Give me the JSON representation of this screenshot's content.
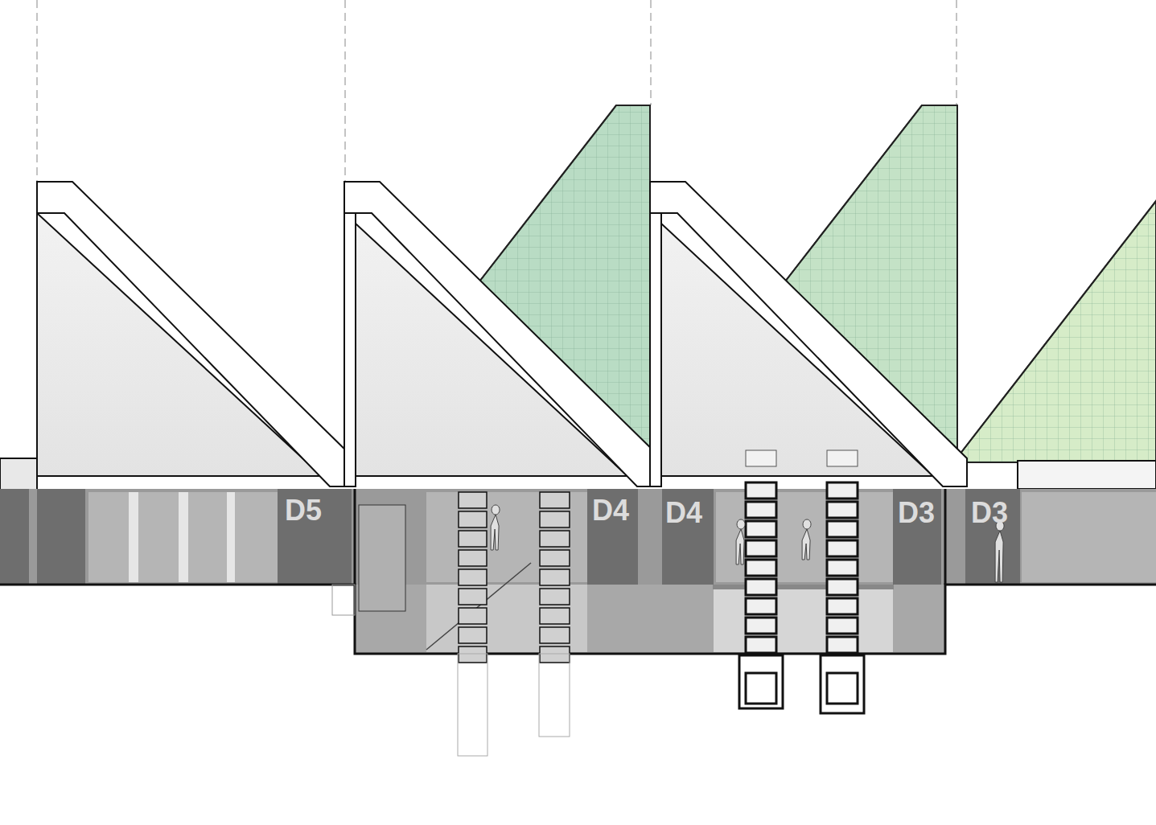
{
  "diagram": {
    "labels": [
      "D5",
      "D4",
      "D4",
      "D3",
      "D3"
    ]
  }
}
